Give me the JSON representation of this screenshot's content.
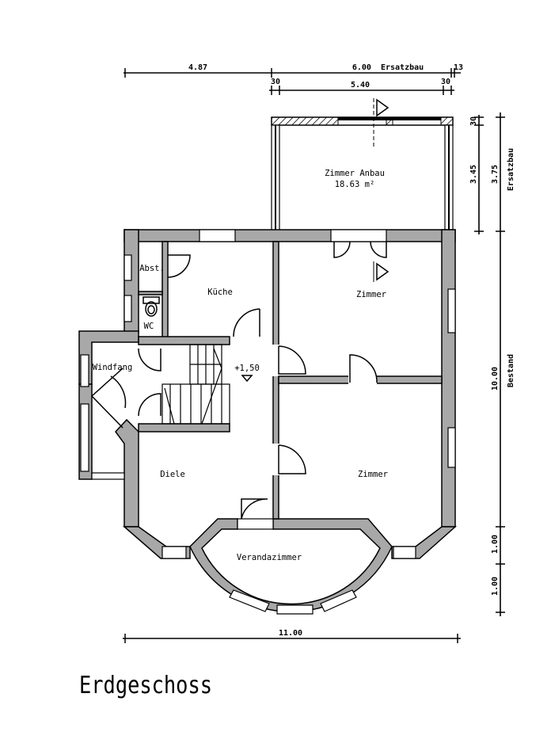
{
  "title": "Erdgeschoss",
  "rooms": {
    "anbau": "Zimmer Anbau",
    "anbau_area": "18.63 m²",
    "abst": "Abst.",
    "kueche": "Küche",
    "zimmer_top": "Zimmer",
    "wc": "WC",
    "windfang": "Windfang",
    "level": "+1,50",
    "diele": "Diele",
    "zimmer_bottom": "Zimmer",
    "veranda": "Verandazimmer"
  },
  "dimensions": {
    "top": [
      "4.87",
      "6.00  Ersatzbau",
      "13"
    ],
    "top2": [
      "30",
      "5.40",
      "30"
    ],
    "right_inner": [
      "30",
      "3.45"
    ],
    "right_outer": [
      "3.75",
      "Ersatzbau",
      "10.00",
      "Bestand",
      "1.00",
      "1.00"
    ],
    "bottom": "11.00"
  }
}
